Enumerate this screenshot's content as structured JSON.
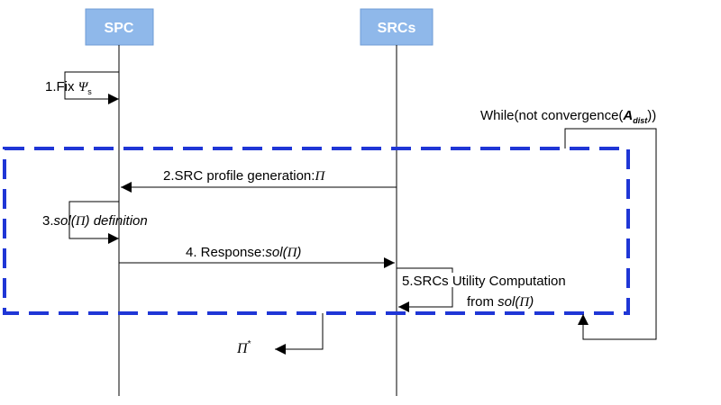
{
  "actors": {
    "spc": "SPC",
    "srcs": "SRCs"
  },
  "steps": {
    "step1": {
      "text": "1.Fix ",
      "symbol": "Ψ",
      "sub": "s"
    },
    "step2": {
      "text": "2.SRC profile generation:",
      "symbol": "Π"
    },
    "step3": {
      "prefix": "3.",
      "sol": "sol(",
      "symbol": "Π",
      "suffix": ") definition"
    },
    "step4": {
      "text": "4. Response:",
      "sol": "sol(",
      "symbol": "Π",
      "close": ")"
    },
    "step5": {
      "line1": "5.SRCs Utility Computation",
      "from": "from ",
      "sol": "sol(",
      "symbol": "Π",
      "close": ")"
    }
  },
  "loop": {
    "text": "While(not convergence(",
    "algo": "A",
    "sub": "dist",
    "close": "))"
  },
  "result": {
    "symbol": "Π",
    "sup": "*"
  },
  "colors": {
    "actor_fill": "#8fb8ea",
    "actor_stroke": "#6f9cd6",
    "loop_border": "#1f36d6",
    "line": "#000000"
  }
}
